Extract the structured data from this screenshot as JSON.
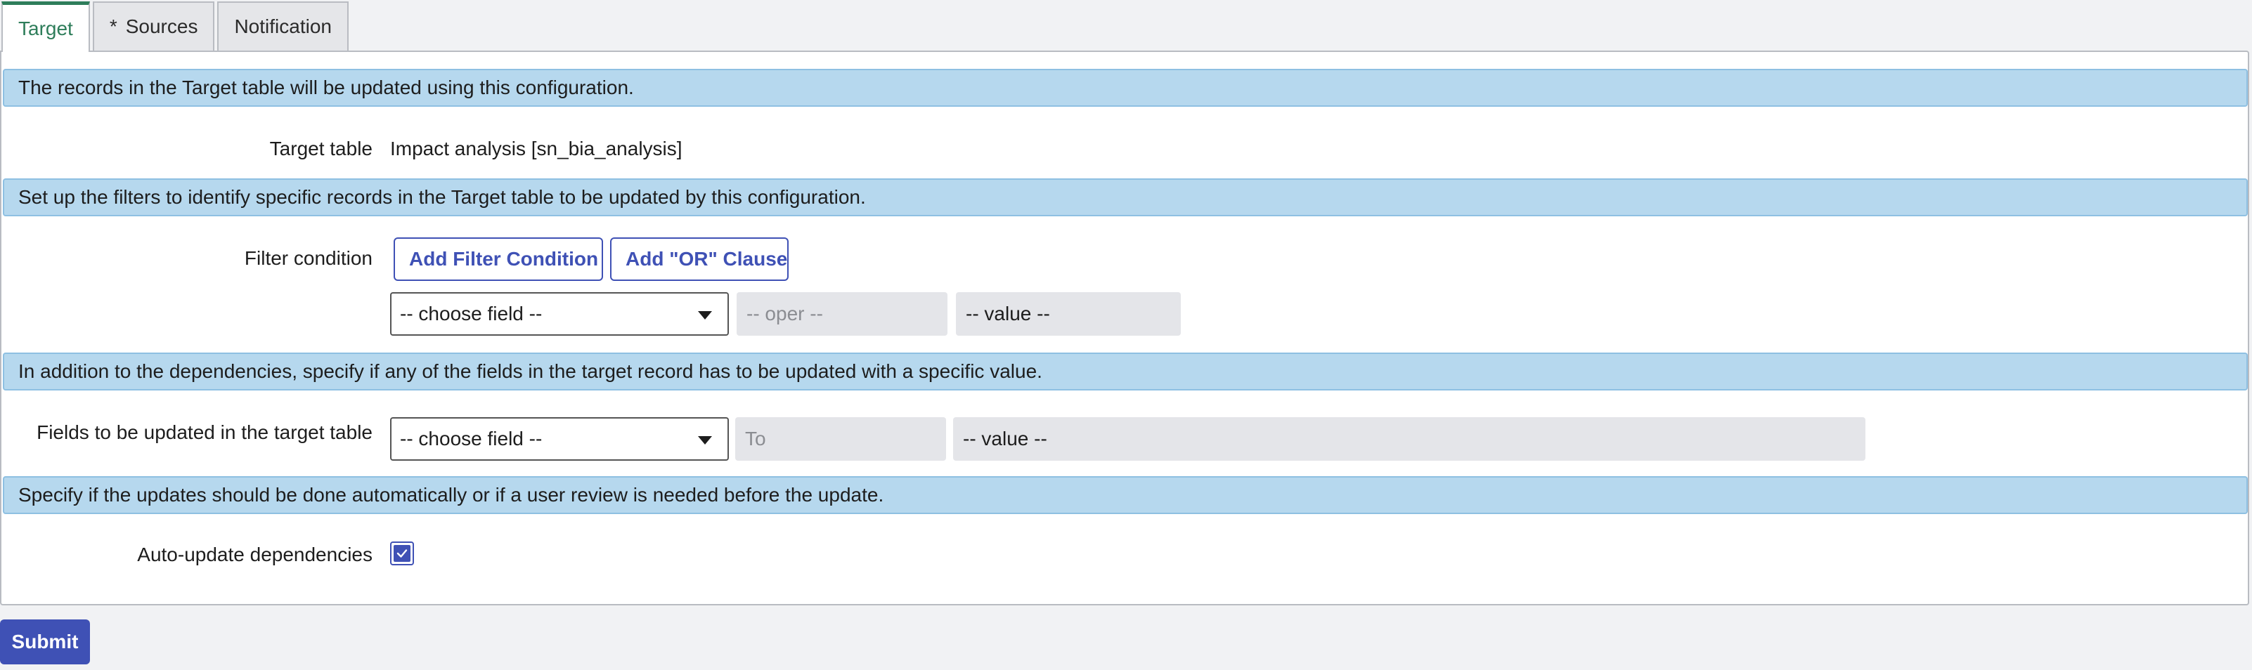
{
  "tabs": [
    {
      "label": "Target",
      "active": true
    },
    {
      "label": "Sources",
      "required_marker": "*",
      "active": false
    },
    {
      "label": "Notification",
      "active": false
    }
  ],
  "banners": {
    "target_info": "The records in the Target table will be updated using this configuration.",
    "filter_info": "Set up the filters to identify specific records in the Target table to be updated by this configuration.",
    "fields_info": "In addition to the dependencies, specify if any of the fields in the target record has to be updated with a specific value.",
    "auto_info": "Specify if the updates should be done automatically or if a user review is needed before the update."
  },
  "target_table": {
    "label": "Target table",
    "value": "Impact analysis [sn_bia_analysis]"
  },
  "filter": {
    "label": "Filter condition",
    "add_condition_label": "Add Filter Condition",
    "add_or_label": "Add \"OR\" Clause",
    "field_select": "-- choose field --",
    "oper_placeholder": "-- oper --",
    "value_placeholder": "-- value --"
  },
  "fields_update": {
    "label": "Fields to be updated in the target table",
    "field_select": "-- choose field --",
    "to_placeholder": "To",
    "value_placeholder": "-- value --"
  },
  "auto_update": {
    "label": "Auto-update dependencies",
    "checked": true
  },
  "submit_label": "Submit",
  "colors": {
    "accent": "#3f51b5",
    "active_tab": "#2e7d5a",
    "banner_bg": "#b6d8ee"
  }
}
